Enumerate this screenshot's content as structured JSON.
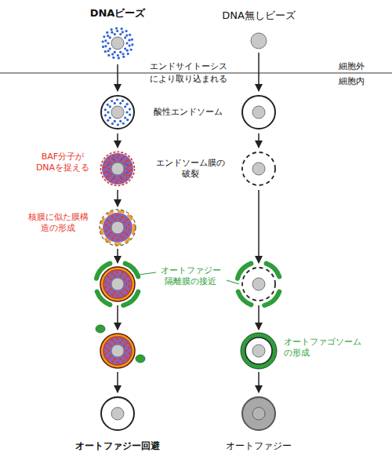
{
  "diagram": {
    "nodes": [
      {
        "text": [
          "DNAビーズ"
        ]
      },
      {
        "text": [
          "DNA無しビーズ"
        ]
      },
      {
        "text": []
      },
      {
        "text": []
      },
      {
        "text": [
          "BAF分子が DNAを捉える"
        ]
      },
      {
        "text": []
      },
      {
        "text": [
          "核膜に似た膜構 造の形成"
        ]
      },
      {
        "text": []
      },
      {
        "text": []
      },
      {
        "text": []
      },
      {
        "text": [
          "オートファゴソーム の形成"
        ]
      },
      {
        "text": [
          "オートファジー回避"
        ]
      },
      {
        "text": [
          "オートファジー"
        ]
      }
    ],
    "edges": [
      {
        "from": 0,
        "to": 2,
        "arrow": "to"
      },
      {
        "from": 1,
        "to": 3,
        "arrow": "to"
      },
      {
        "from": 2,
        "to": 4,
        "arrow": "to"
      },
      {
        "from": 3,
        "to": 5,
        "arrow": "to"
      },
      {
        "from": 4,
        "to": 6,
        "arrow": "to"
      },
      {
        "from": 5,
        "to": 8,
        "arrow": "to"
      },
      {
        "from": 6,
        "to": 7,
        "arrow": "to"
      },
      {
        "from": 7,
        "to": 9,
        "arrow": "to"
      },
      {
        "from": 8,
        "to": 10,
        "arrow": "to"
      },
      {
        "from": 9,
        "to": 11,
        "arrow": "to"
      },
      {
        "from": 10,
        "to": 12,
        "arrow": "to"
      }
    ],
    "labels": [
      "細胞外",
      "エンドサイトーシス により取り込まれる",
      "細胞内",
      "酸性エンドソーム",
      "エンドソーム膜の 破裂",
      "オートファジー 隔離膜の接近"
    ]
  }
}
